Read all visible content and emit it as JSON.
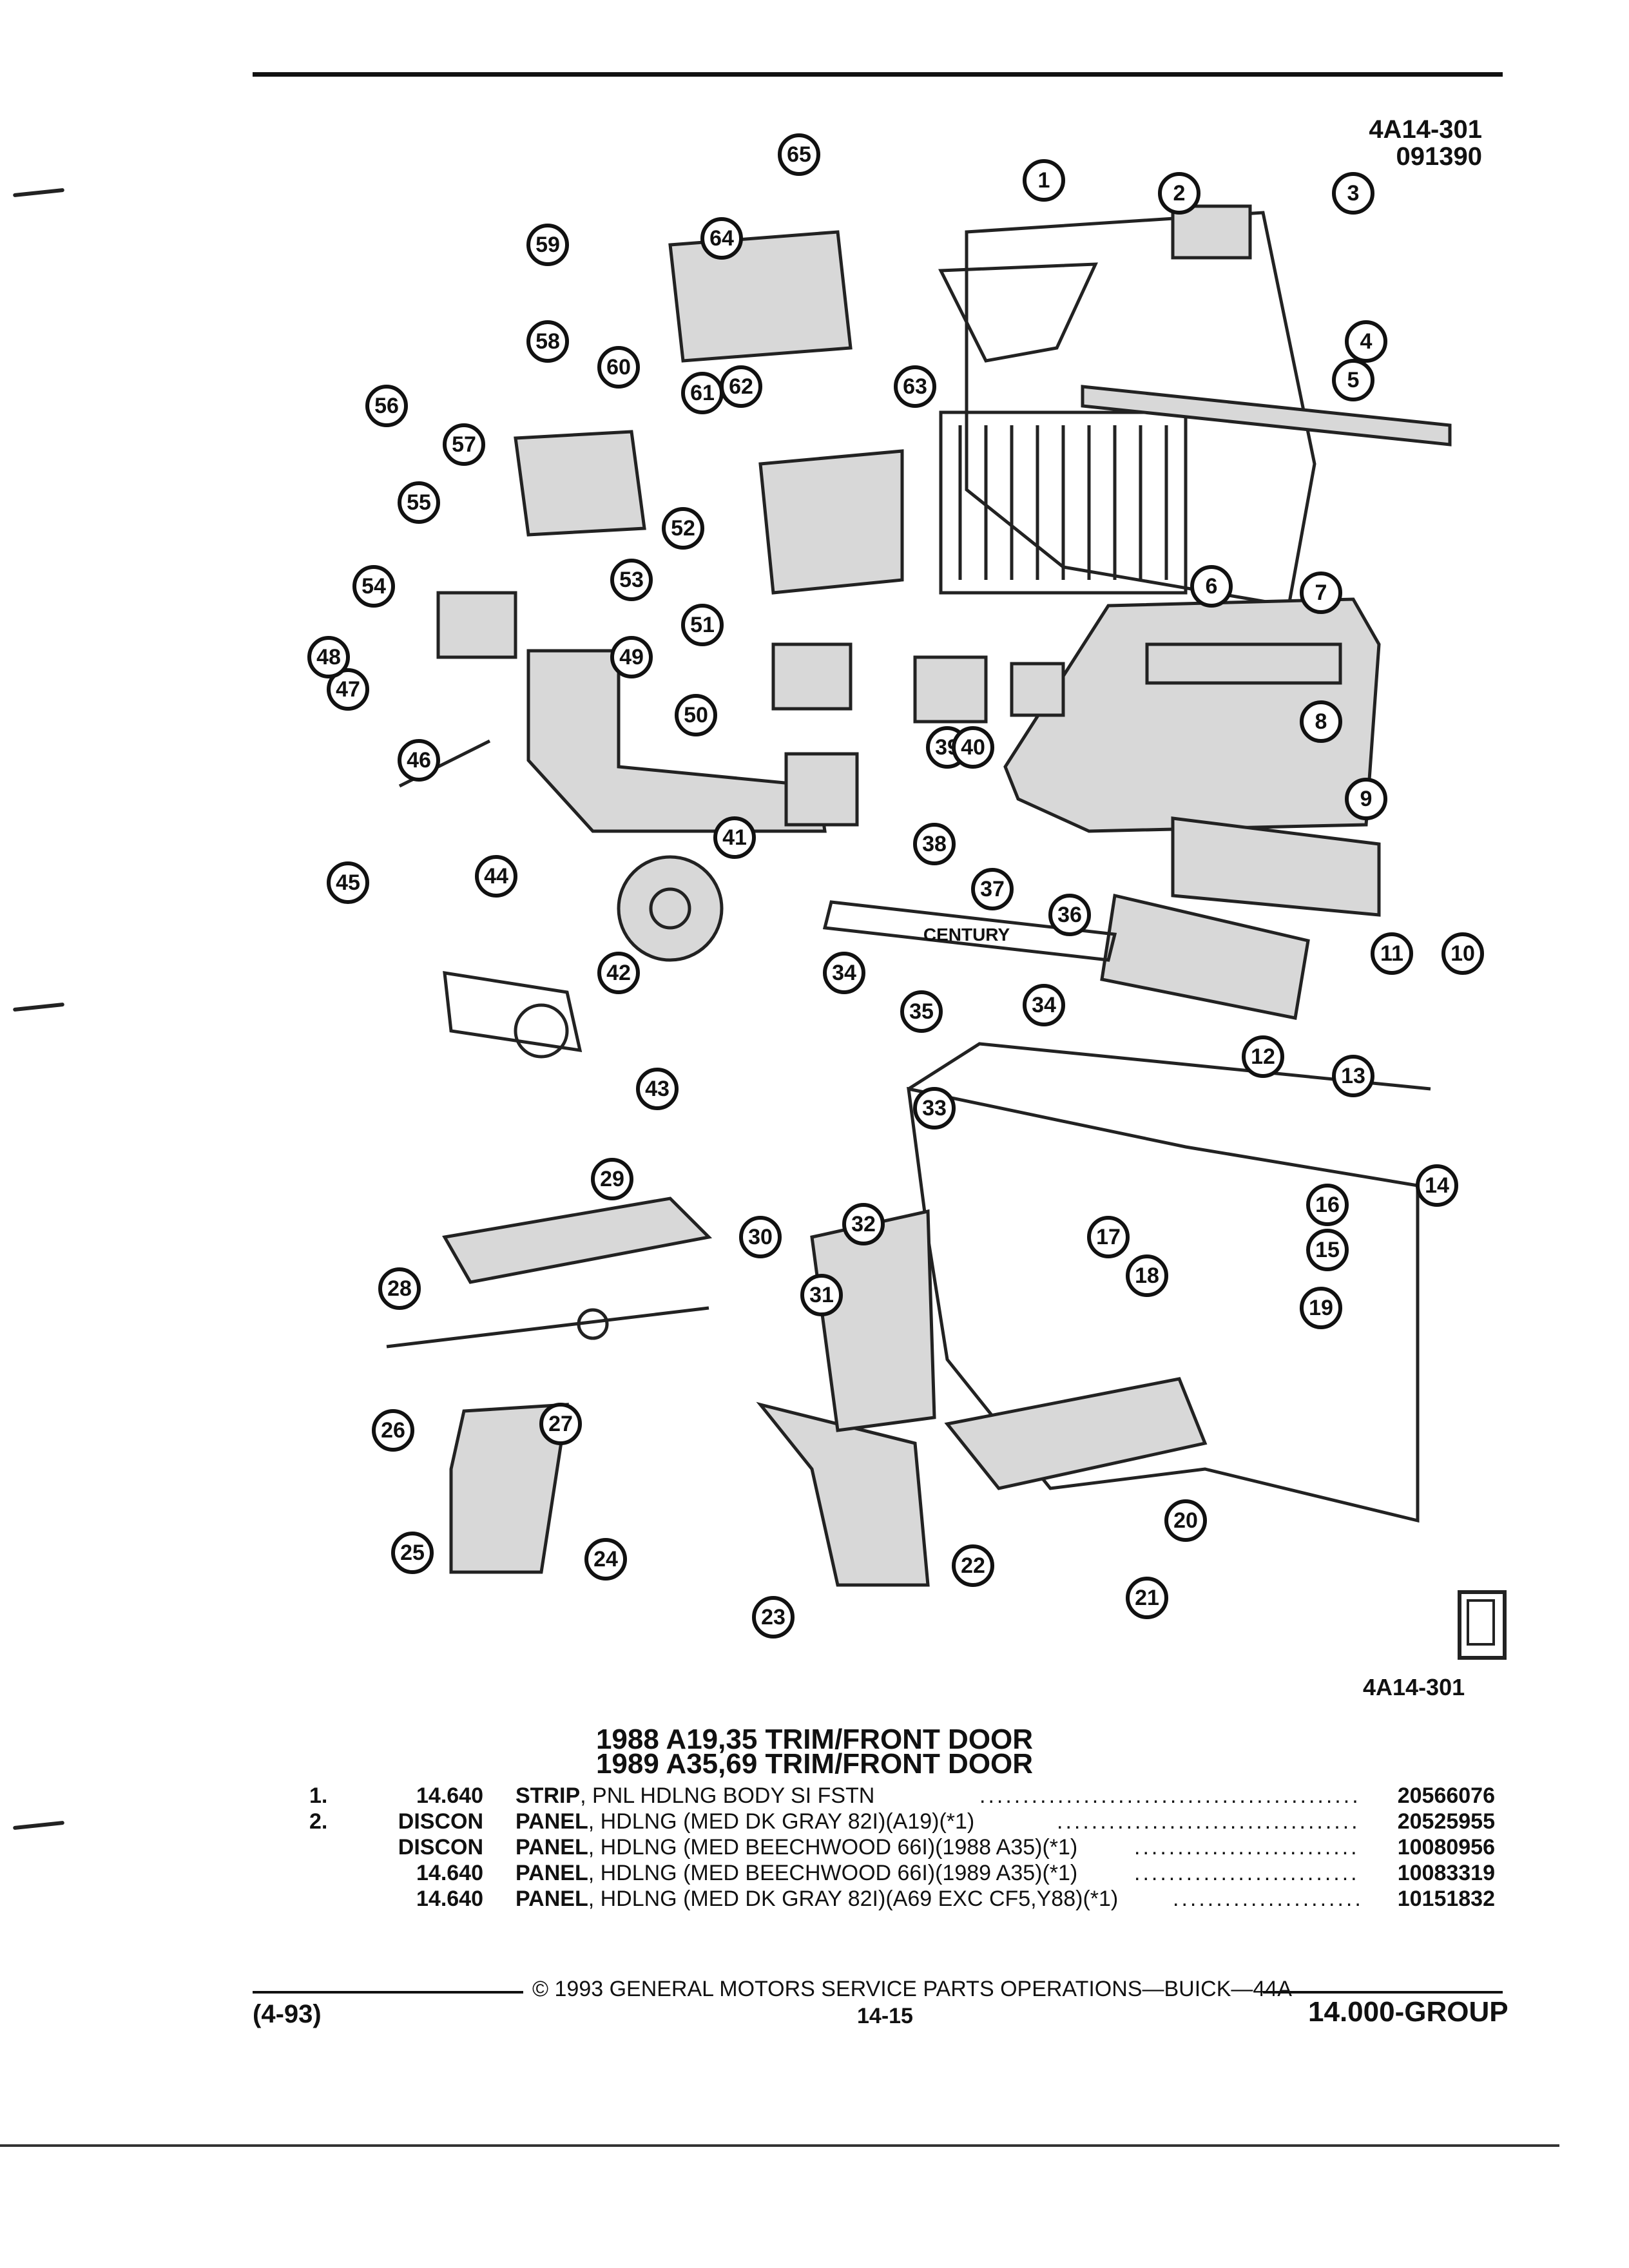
{
  "header": {
    "ref_code": "4A14-301",
    "ref_date": "091390"
  },
  "diagram": {
    "caption": "4A14-301",
    "callouts": [
      "1",
      "2",
      "3",
      "4",
      "5",
      "6",
      "7",
      "8",
      "9",
      "10",
      "11",
      "12",
      "13",
      "14",
      "15",
      "16",
      "17",
      "18",
      "19",
      "20",
      "21",
      "22",
      "23",
      "24",
      "25",
      "26",
      "27",
      "28",
      "29",
      "30",
      "31",
      "32",
      "33",
      "34",
      "34",
      "35",
      "36",
      "37",
      "38",
      "39",
      "40",
      "41",
      "42",
      "43",
      "44",
      "45",
      "46",
      "47",
      "48",
      "49",
      "50",
      "51",
      "52",
      "53",
      "54",
      "55",
      "56",
      "57",
      "58",
      "59",
      "60",
      "61",
      "62",
      "63",
      "64",
      "65"
    ],
    "badge_text": "CENTURY"
  },
  "titles": {
    "line1": "1988 A19,35 TRIM/FRONT DOOR",
    "line2": "1989 A35,69 TRIM/FRONT DOOR"
  },
  "parts": [
    {
      "item": "1.",
      "code": "14.640",
      "name": "STRIP",
      "desc": ", PNL HDLNG BODY SI FSTN",
      "part_no": "20566076"
    },
    {
      "item": "2.",
      "code": "DISCON",
      "name": "PANEL",
      "desc": ", HDLNG (MED DK GRAY 82I)(A19)(*1)",
      "part_no": "20525955"
    },
    {
      "item": "",
      "code": "DISCON",
      "name": "PANEL",
      "desc": ", HDLNG (MED BEECHWOOD 66I)(1988 A35)(*1)",
      "part_no": "10080956"
    },
    {
      "item": "",
      "code": "14.640",
      "name": "PANEL",
      "desc": ", HDLNG (MED BEECHWOOD 66I)(1989 A35)(*1)",
      "part_no": "10083319"
    },
    {
      "item": "",
      "code": "14.640",
      "name": "PANEL",
      "desc": ", HDLNG (MED DK GRAY 82I)(A69 EXC CF5,Y88)(*1)",
      "part_no": "10151832"
    }
  ],
  "footer": {
    "copyright": "© 1993 GENERAL MOTORS SERVICE PARTS OPERATIONS—BUICK—44A",
    "date_code": "(4-93)",
    "page": "14-15",
    "group": "14.000-GROUP"
  }
}
